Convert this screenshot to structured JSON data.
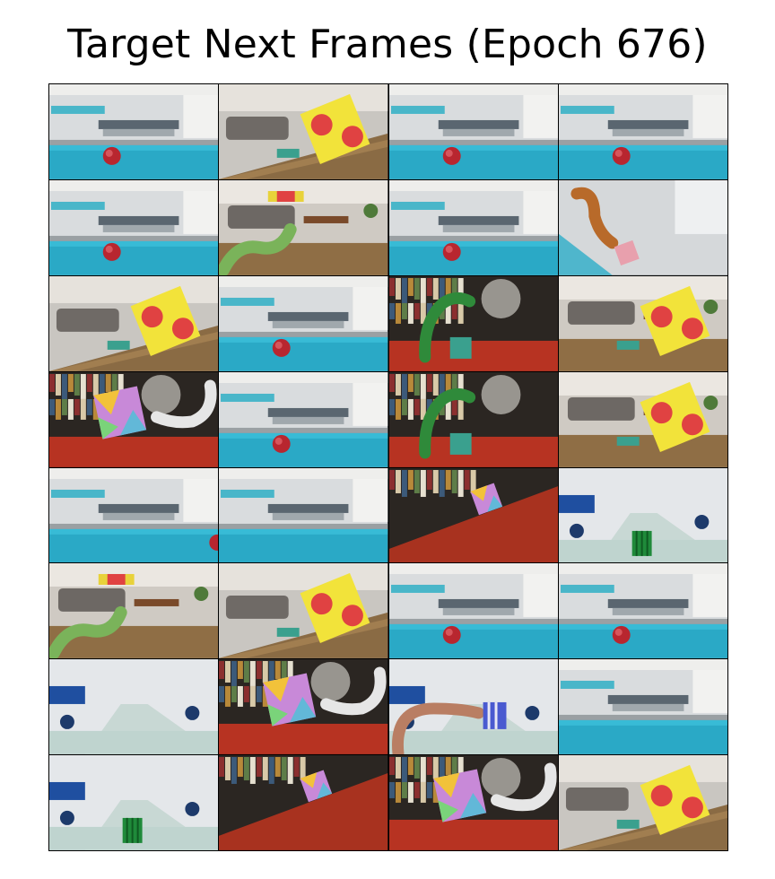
{
  "title": "Target Next Frames (Epoch 676)",
  "frames": [
    {
      "scene": "dining-blue-table",
      "object": "red-ball"
    },
    {
      "scene": "living-room-ramp",
      "object": "yellow-red-dot-cube"
    },
    {
      "scene": "dining-blue-table",
      "object": "red-ball"
    },
    {
      "scene": "dining-blue-table",
      "object": "red-ball"
    },
    {
      "scene": "dining-blue-table",
      "object": "red-ball"
    },
    {
      "scene": "living-room-floor",
      "object": "green-robot-arm-with-block"
    },
    {
      "scene": "dining-blue-table",
      "object": "red-ball"
    },
    {
      "scene": "white-room-blue-floor",
      "object": "orange-robot-arm-pink-cube"
    },
    {
      "scene": "living-room-ramp",
      "object": "yellow-red-dot-cube"
    },
    {
      "scene": "dining-blue-table",
      "object": "red-ball"
    },
    {
      "scene": "library-red-floor",
      "object": "green-robot-arm-teal-block"
    },
    {
      "scene": "living-room-floor",
      "object": "yellow-red-dot-cube"
    },
    {
      "scene": "library-red-floor",
      "object": "white-robot-arm-colorful-cube"
    },
    {
      "scene": "dining-blue-table",
      "object": "red-ball"
    },
    {
      "scene": "library-red-floor",
      "object": "green-robot-arm-teal-block"
    },
    {
      "scene": "living-room-floor",
      "object": "yellow-red-dot-cube"
    },
    {
      "scene": "dining-blue-table",
      "object": "red-ball-edge"
    },
    {
      "scene": "dining-blue-table",
      "object": "none"
    },
    {
      "scene": "library-red-ramp",
      "object": "colorful-cube"
    },
    {
      "scene": "conference-room",
      "object": "green-block"
    },
    {
      "scene": "living-room-floor",
      "object": "green-robot-arm-with-block"
    },
    {
      "scene": "living-room-ramp",
      "object": "yellow-red-dot-cube"
    },
    {
      "scene": "dining-blue-table",
      "object": "red-ball"
    },
    {
      "scene": "dining-blue-table",
      "object": "red-ball"
    },
    {
      "scene": "conference-room",
      "object": "none"
    },
    {
      "scene": "library-red-floor",
      "object": "white-robot-arm-colorful-cube"
    },
    {
      "scene": "conference-room",
      "object": "tan-robot-arm-striped-block"
    },
    {
      "scene": "dining-blue-table",
      "object": "none"
    },
    {
      "scene": "conference-room",
      "object": "green-block"
    },
    {
      "scene": "library-red-ramp",
      "object": "colorful-cube"
    },
    {
      "scene": "library-red-floor",
      "object": "white-robot-arm-colorful-cube"
    },
    {
      "scene": "living-room-ramp",
      "object": "yellow-red-dot-cube"
    }
  ]
}
